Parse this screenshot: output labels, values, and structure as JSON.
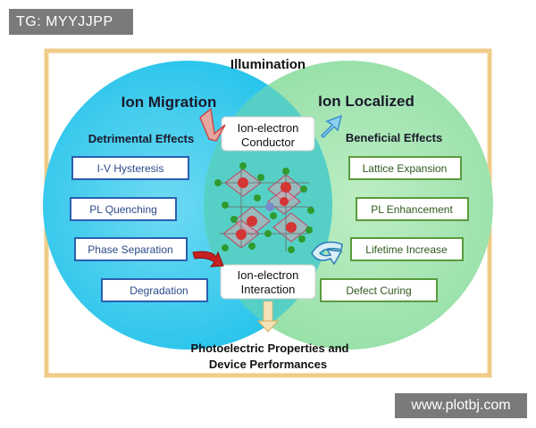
{
  "watermark_top": "TG: MYYJJPP",
  "watermark_bottom": "www.plotbj.com",
  "diagram": {
    "top_label": "Illumination",
    "left_circle": {
      "title": "Ion Migration",
      "subtitle": "Detrimental Effects",
      "items": [
        "I-V Hysteresis",
        "PL Quenching",
        "Phase Separation",
        "Degradation"
      ],
      "color": "#33c9ec"
    },
    "right_circle": {
      "title": "Ion Localized",
      "subtitle": "Beneficial Effects",
      "items": [
        "Lattice Expansion",
        "PL Enhancement",
        "Lifetime Increase",
        "Defect Curing"
      ],
      "color": "#9ee2ad"
    },
    "center_top": {
      "line1": "Ion-electron",
      "line2": "Conductor"
    },
    "center_bottom": {
      "line1": "Ion-electron",
      "line2": "Interaction"
    },
    "bottom_label": {
      "line1": "Photoelectric Properties and",
      "line2": "Device Performances"
    },
    "frame_color": "#f0cc88",
    "left_box_border": "#2a5fb0",
    "right_box_border": "#5a9a3c"
  }
}
